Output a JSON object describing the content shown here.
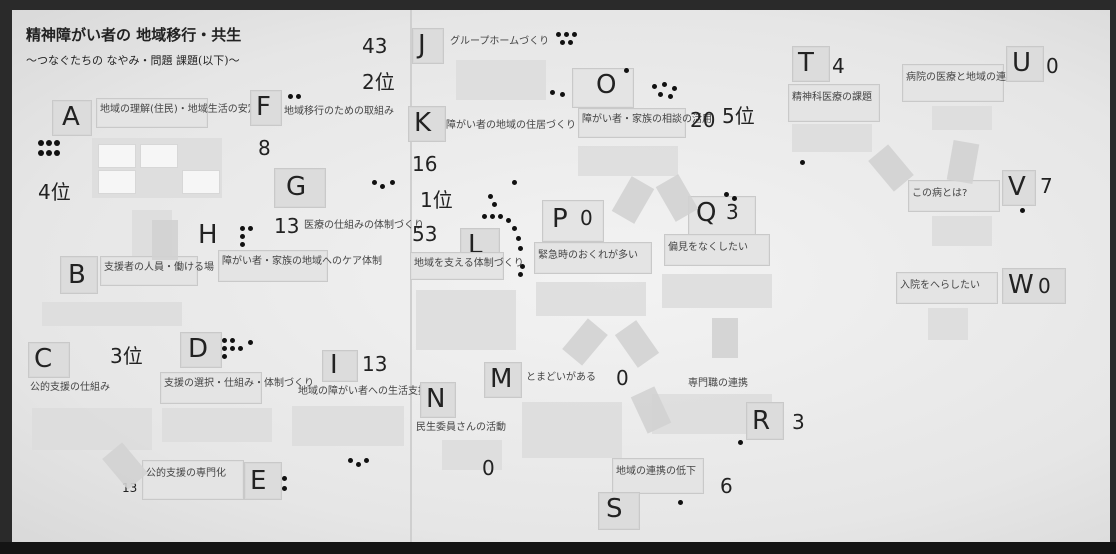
{
  "board": {
    "title_line1": "精神障がい者の 地域移行・共生",
    "title_line2": "〜つなぐたちの なやみ・問題 課題(以下)〜"
  },
  "groups": [
    {
      "letter": "A",
      "rank": "4位"
    },
    {
      "letter": "B",
      "rank": ""
    },
    {
      "letter": "C",
      "rank": "3位"
    },
    {
      "letter": "D",
      "rank": ""
    },
    {
      "letter": "E",
      "rank": "13"
    },
    {
      "letter": "F",
      "rank": "8"
    },
    {
      "letter": "G",
      "rank": "13"
    },
    {
      "letter": "H",
      "rank": ""
    },
    {
      "letter": "I",
      "rank": "13"
    },
    {
      "letter": "J",
      "rank": "43"
    },
    {
      "letter": "K",
      "rank": "16"
    },
    {
      "letter": "L",
      "rank": "53"
    },
    {
      "letter": "M",
      "rank": "0"
    },
    {
      "letter": "N",
      "rank": "0"
    },
    {
      "letter": "O",
      "rank": "20"
    },
    {
      "letter": "P",
      "rank": "0"
    },
    {
      "letter": "Q",
      "rank": "3"
    },
    {
      "letter": "R",
      "rank": "3"
    },
    {
      "letter": "S",
      "rank": "6"
    },
    {
      "letter": "T",
      "rank": "4"
    },
    {
      "letter": "U",
      "rank": "0"
    },
    {
      "letter": "V",
      "rank": "7"
    },
    {
      "letter": "W",
      "rank": "0"
    }
  ],
  "extra_marks": {
    "j_rank_place": "2位",
    "k_rank_place": "1位",
    "o_rank_place": "5位"
  },
  "notes": {
    "A": "地域の理解(住民)・地域生活の安定",
    "B": "支援者の人員・働ける場",
    "C": "公的支援の仕組み",
    "D": "支援の選択・仕組み・体制づくり",
    "E": "公的支援の専門化",
    "F": "地域移行のための取組み",
    "G": "医療の仕組みの体制づくり",
    "H": "障がい者・家族の地域へのケア体制",
    "I": "地域の障がい者への生活支援",
    "J": "グループホームづくり",
    "K": "障がい者の地域の住居づくり",
    "L": "地域を支える体制づくり",
    "M": "とまどいがある",
    "N": "民生委員さんの活動",
    "O": "障がい者・家族の相談の活用",
    "P": "緊急時のおくれが多い",
    "Q": "偏見をなくしたい",
    "R": "専門職の連携",
    "S": "地域の連携の低下",
    "T": "精神科医療の課題",
    "U": "病院の医療と地域の連携",
    "V": "この病とは?",
    "W": "入院をへらしたい"
  }
}
